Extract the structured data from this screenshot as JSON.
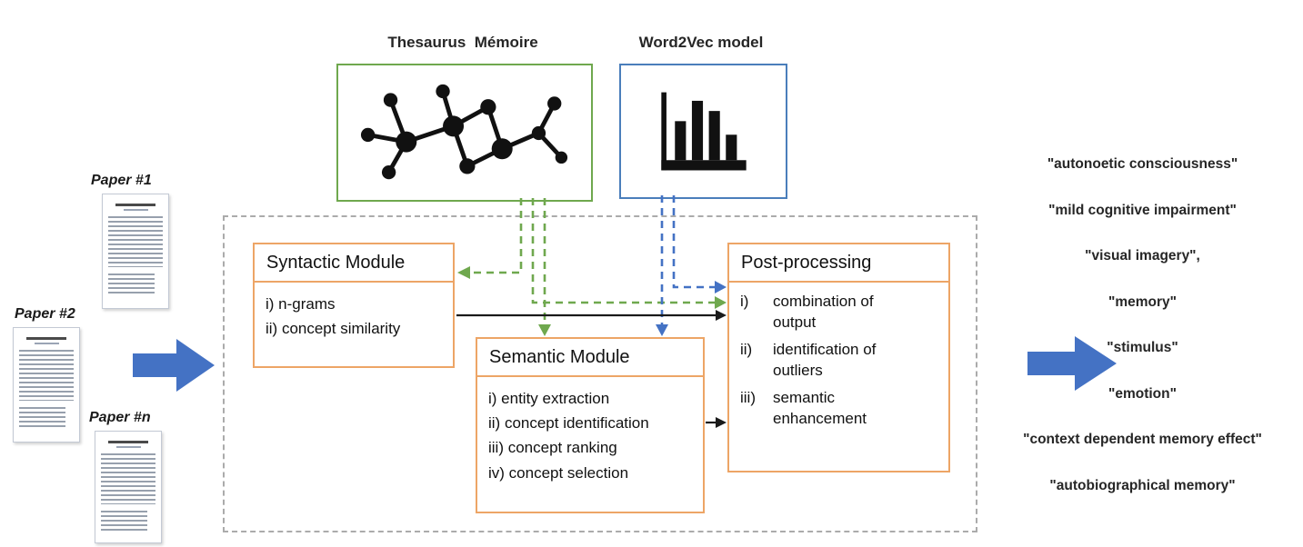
{
  "resources": {
    "thesaurus_label": "Thesaurus  Mémoire",
    "word2vec_label": "Word2Vec model"
  },
  "papers": {
    "p1": "Paper #1",
    "p2": "Paper #2",
    "pn": "Paper #n"
  },
  "pipeline": {
    "syntactic": {
      "title": "Syntactic Module",
      "items": [
        "i) n-grams",
        "ii) concept similarity"
      ]
    },
    "semantic": {
      "title": "Semantic Module",
      "items": [
        "i) entity extraction",
        "ii) concept identification",
        "iii) concept ranking",
        "iv) concept selection"
      ]
    },
    "post": {
      "title": "Post-processing",
      "items": [
        {
          "num": "i)",
          "text": "combination of output"
        },
        {
          "num": "ii)",
          "text": "identification of outliers"
        },
        {
          "num": "iii)",
          "text": "semantic enhancement"
        }
      ]
    }
  },
  "outputs": [
    "\"autonoetic consciousness\"",
    "\"mild cognitive impairment\"",
    "\"visual imagery\",",
    "\"memory\"",
    "\"stimulus\"",
    "\"emotion\"",
    "\"context dependent memory effect\"",
    "\"autobiographical memory\""
  ],
  "colors": {
    "thesaurus_green": "#6FA84E",
    "word2vec_blue": "#4472C4",
    "module_orange": "#EDA566",
    "dashed_gray": "#ABABAB",
    "arrow_black": "#1A1A1A"
  }
}
